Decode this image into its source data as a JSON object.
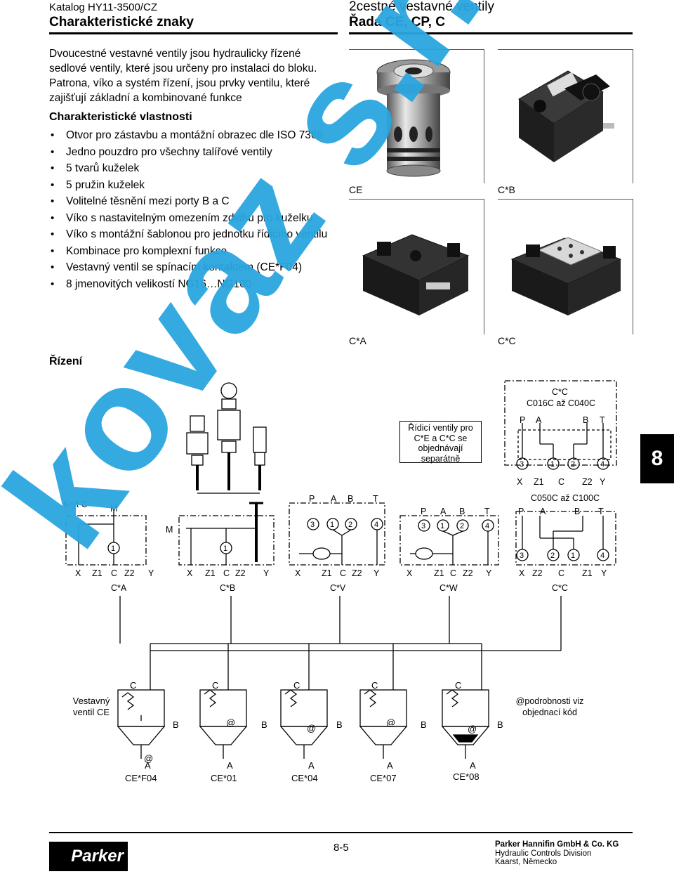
{
  "header": {
    "catalog": "Katalog HY11-3500/CZ",
    "section": "Charakteristické znaky",
    "product_type": "2cestné vestavné ventily",
    "series": "Řada CE, CP, C"
  },
  "intro": {
    "paragraph": "Dvoucestné vestavné ventily jsou hydraulicky řízené sedlové ventily, které jsou určeny pro instalaci do bloku. Patrona, víko a systém řízení, jsou prvky ventilu, které zajišťují základní a kombinované funkce",
    "features_heading": "Charakteristické vlastnosti",
    "features": [
      "Otvor pro zástavbu a montážní obrazec dle ISO 7368",
      "Jedno pouzdro pro všechny talířové ventily",
      "5 tvarů kuželek",
      "5 pružin kuželek",
      "Volitelné těsnění mezi porty B a C",
      "Víko s nastavitelným omezením zdvihu pro kuželku",
      "Víko s montážní šablonou pro jednotku řídicího ventilu",
      "Kombinace pro komplexní funkce",
      "Vestavný ventil se spínacím kontaktem (CE*F04)",
      "8 jmenovitých velikostí NG16…NG100"
    ]
  },
  "photos": [
    {
      "label": "CE"
    },
    {
      "label": "C*B"
    },
    {
      "label": "C*A"
    },
    {
      "label": "C*C"
    }
  ],
  "control": {
    "heading": "Řízení",
    "kryt_label": "Kryt C",
    "pilot_note": "Řídicí ventily pro C*E a C*C se objednávají separátně",
    "cc_box_title": "C*C",
    "cc_range1": "C016C až C040C",
    "cc_range2": "C050C až C100C",
    "ports_pabt": [
      "P",
      "A",
      "B",
      "T"
    ],
    "ports_xz": [
      "X",
      "Z1",
      "C",
      "Z2",
      "Y"
    ],
    "ports_xz_c050": [
      "X",
      "Z2",
      "C",
      "Z1",
      "Y"
    ],
    "num_a": [
      "3",
      "1",
      "2",
      "4"
    ],
    "num_b": [
      "3",
      "2",
      "1",
      "4"
    ],
    "marker_m": "M",
    "marker_1": "1",
    "covers": [
      "C*A",
      "C*B",
      "C*V",
      "C*W",
      "C*C"
    ]
  },
  "cartridges": {
    "title_label": "Vestavný ventil CE",
    "port_c": "C",
    "port_b": "B",
    "port_a": "A",
    "at": "@",
    "items": [
      "CE*F04",
      "CE*01",
      "CE*04",
      "CE*07",
      "CE*08"
    ],
    "note": "podrobnosti viz objednací kód"
  },
  "section_tab": "8",
  "watermark": "kovaz s.r.o.",
  "footer": {
    "page": "8-5",
    "company": "Parker Hannifin GmbH & Co. KG",
    "division": "Hydraulic Controls Division",
    "city": "Kaarst, Německo",
    "logo_text": "Parker"
  }
}
